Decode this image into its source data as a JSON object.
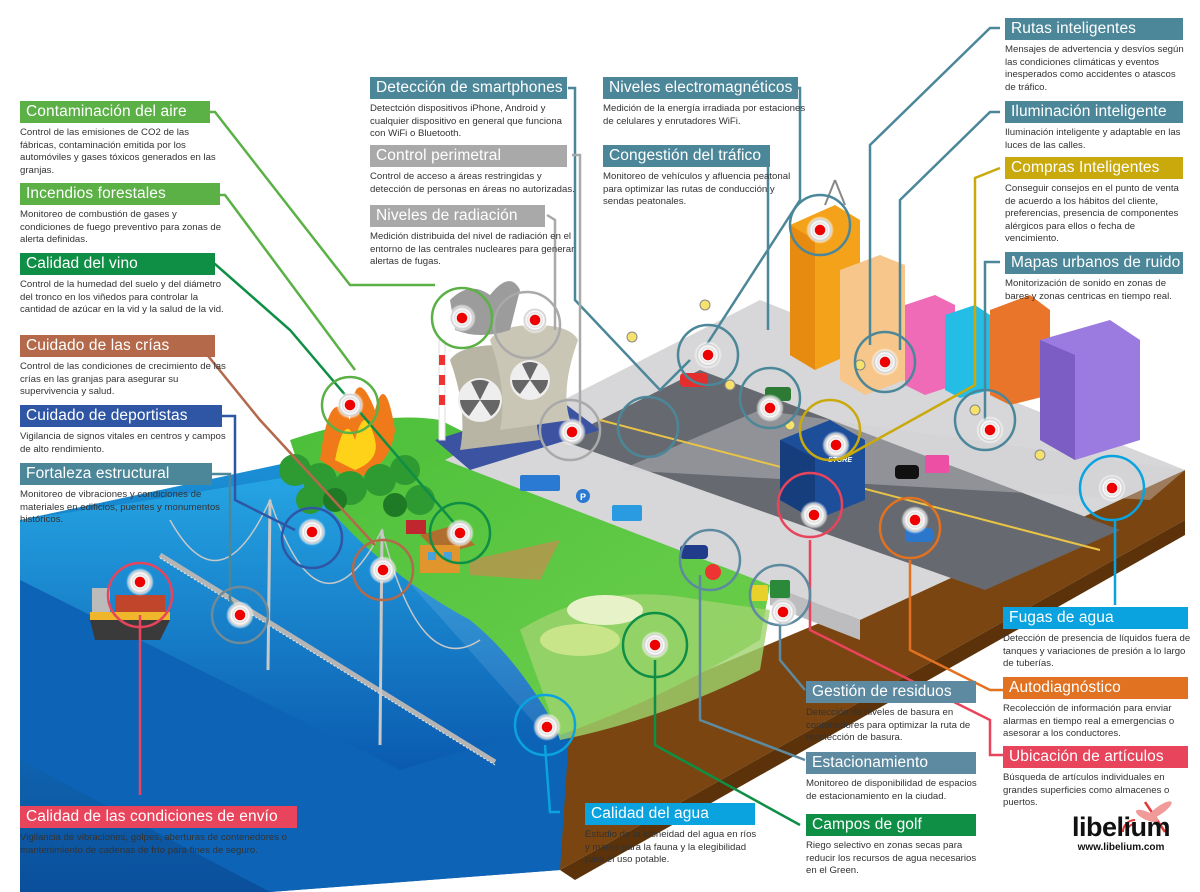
{
  "colors": {
    "green_light": "#5bb046",
    "green_dark": "#0f8f45",
    "brown": "#b3694a",
    "blue_dark": "#2f56a4",
    "teal": "#4c8799",
    "gray": "#a9a9a9",
    "yellow": "#c9a90c",
    "cyan": "#0aa3e0",
    "orange": "#e07221",
    "red": "#e8445c",
    "slate": "#5d8aa0"
  },
  "callouts": {
    "air": {
      "title": "Contaminación del aire",
      "desc": "Control de las emisiones de CO2 de las fábricas, contaminación emitida por los automóviles y gases tóxicos generados en las granjas."
    },
    "fires": {
      "title": "Incendios forestales",
      "desc": "Monitoreo de combustión de gases y condiciones de fuego preventivo para zonas de alerta definidas."
    },
    "wine": {
      "title": "Calidad del vino",
      "desc": "Control de la humedad del suelo y del diámetro del tronco en los viñedos para controlar la cantidad de azúcar en la vid y la salud de la vid."
    },
    "offspring": {
      "title": "Cuidado de las crías",
      "desc": "Control de las condiciones de crecimiento de las crías en las granjas para asegurar su supervivencia y salud."
    },
    "athletes": {
      "title": "Cuidado de deportistas",
      "desc": "Vigilancia de signos vitales en centros y campos de alto rendimiento."
    },
    "structural": {
      "title": "Fortaleza estructural",
      "desc": "Monitoreo de vibraciones y condiciones de materiales en edificios, puentes y monumentos históricos."
    },
    "shipping": {
      "title": "Calidad de las condiciones de envío",
      "desc": "Vigilancia de vibraciones, golpes, aberturas de contenedores o mantenimiento de cadenas de frío para fines de seguro."
    },
    "smartphones": {
      "title": "Detección de smartphones",
      "desc": "Detectción dispositivos iPhone, Android y cualquier dispositivo en general que funciona con WiFi o Bluetooth."
    },
    "perimeter": {
      "title": "Control perimetral",
      "desc": "Control de acceso a áreas restringidas y detección de personas en áreas no autorizadas."
    },
    "radiation": {
      "title": "Niveles de radiación",
      "desc": "Medición distribuida del nivel de radiación en el entorno de las centrales nucleares para generar alertas de fugas."
    },
    "electromagnetic": {
      "title": "Niveles electromagnéticos",
      "desc": "Medición de la energía irradiada por estaciones de celulares y enrutadores WiFi."
    },
    "traffic": {
      "title": "Congestión del tráfico",
      "desc": "Monitoreo de vehículos y afluencia peatonal para optimizar las rutas de conducción y sendas peatonales."
    },
    "routes": {
      "title": "Rutas inteligentes",
      "desc": "Mensajes de advertencia y desvíos según las condiciones climáticas y eventos inesperados como accidentes o atascos de tráfico."
    },
    "lighting": {
      "title": "Iluminación inteligente",
      "desc": "Iluminación inteligente y adaptable en las luces de las calles."
    },
    "shopping": {
      "title": "Compras Inteligentes",
      "desc": "Conseguir consejos en el punto de venta de acuerdo a los hábitos del cliente, preferencias, presencia de componentes alérgicos para ellos o fecha de vencimiento."
    },
    "noise": {
      "title": "Mapas urbanos de ruido",
      "desc": "Monitorización de sonido en zonas de bares y zonas centricas en tiempo real."
    },
    "water_leaks": {
      "title": "Fugas de agua",
      "desc": "Detección de presencia de líquidos fuera de tanques y variaciones de presión a lo largo de tuberías."
    },
    "selfdiag": {
      "title": "Autodiagnóstico",
      "desc": "Recolección de información para enviar alarmas en tiempo real a emergencias o asesorar a los conductores."
    },
    "items": {
      "title": "Ubicación de artículos",
      "desc": "Búsqueda de artículos individuales en grandes superficies como almacenes o puertos."
    },
    "waste": {
      "title": "Gestión de residuos",
      "desc": "Detección de niveles de basura en contenedores para optimizar la ruta de recolección de basura."
    },
    "parking": {
      "title": "Estacionamiento",
      "desc": "Monitoreo de disponibilidad de espacios de estacionamiento en la ciudad."
    },
    "water_quality": {
      "title": "Calidad del agua",
      "desc": "Estudio de la idoneidad del agua en ríos y mares para la fauna y la elegibilidad para el uso potable."
    },
    "golf": {
      "title": "Campos de golf",
      "desc": "Riego selectivo en zonas secas para reducir los recursos de agua necesarios en el Green."
    }
  },
  "scene": {
    "store_sign": "STORE",
    "parking_sign": "P"
  },
  "logo": {
    "wordmark": "libelium",
    "url": "www.libelium.com"
  }
}
